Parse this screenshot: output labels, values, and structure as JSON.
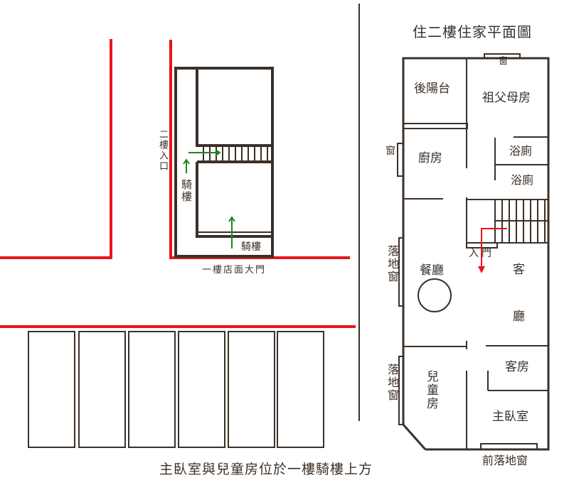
{
  "title": "住二樓住家平面圖",
  "caption": "主臥室與兒童房位於一樓騎樓上方",
  "site_plan": {
    "second_floor_entrance": "二樓入口",
    "arcade_side": "騎樓",
    "arcade_front": "騎樓",
    "shop_door": "一樓店面大門"
  },
  "floor_plan": {
    "rear_balcony": "後陽台",
    "grandparents_room": "祖父母房",
    "top_window": "窗",
    "kitchen": "廚房",
    "kitchen_window": "窗",
    "bathroom_1": "浴廁",
    "bathroom_2": "浴廁",
    "entrance": "入門",
    "dining_room": "餐廳",
    "dining_window": "落地窗",
    "living_room_1": "客",
    "living_room_2": "廳",
    "guest_room": "客房",
    "children_room": "兒童房",
    "children_window": "落地窗",
    "master_bedroom": "主臥室",
    "front_window": "前落地窗"
  },
  "colors": {
    "wall": "#3b3028",
    "road": "#e8141c",
    "arrow_green": "#1a8a1a",
    "arrow_red": "#e8141c"
  }
}
